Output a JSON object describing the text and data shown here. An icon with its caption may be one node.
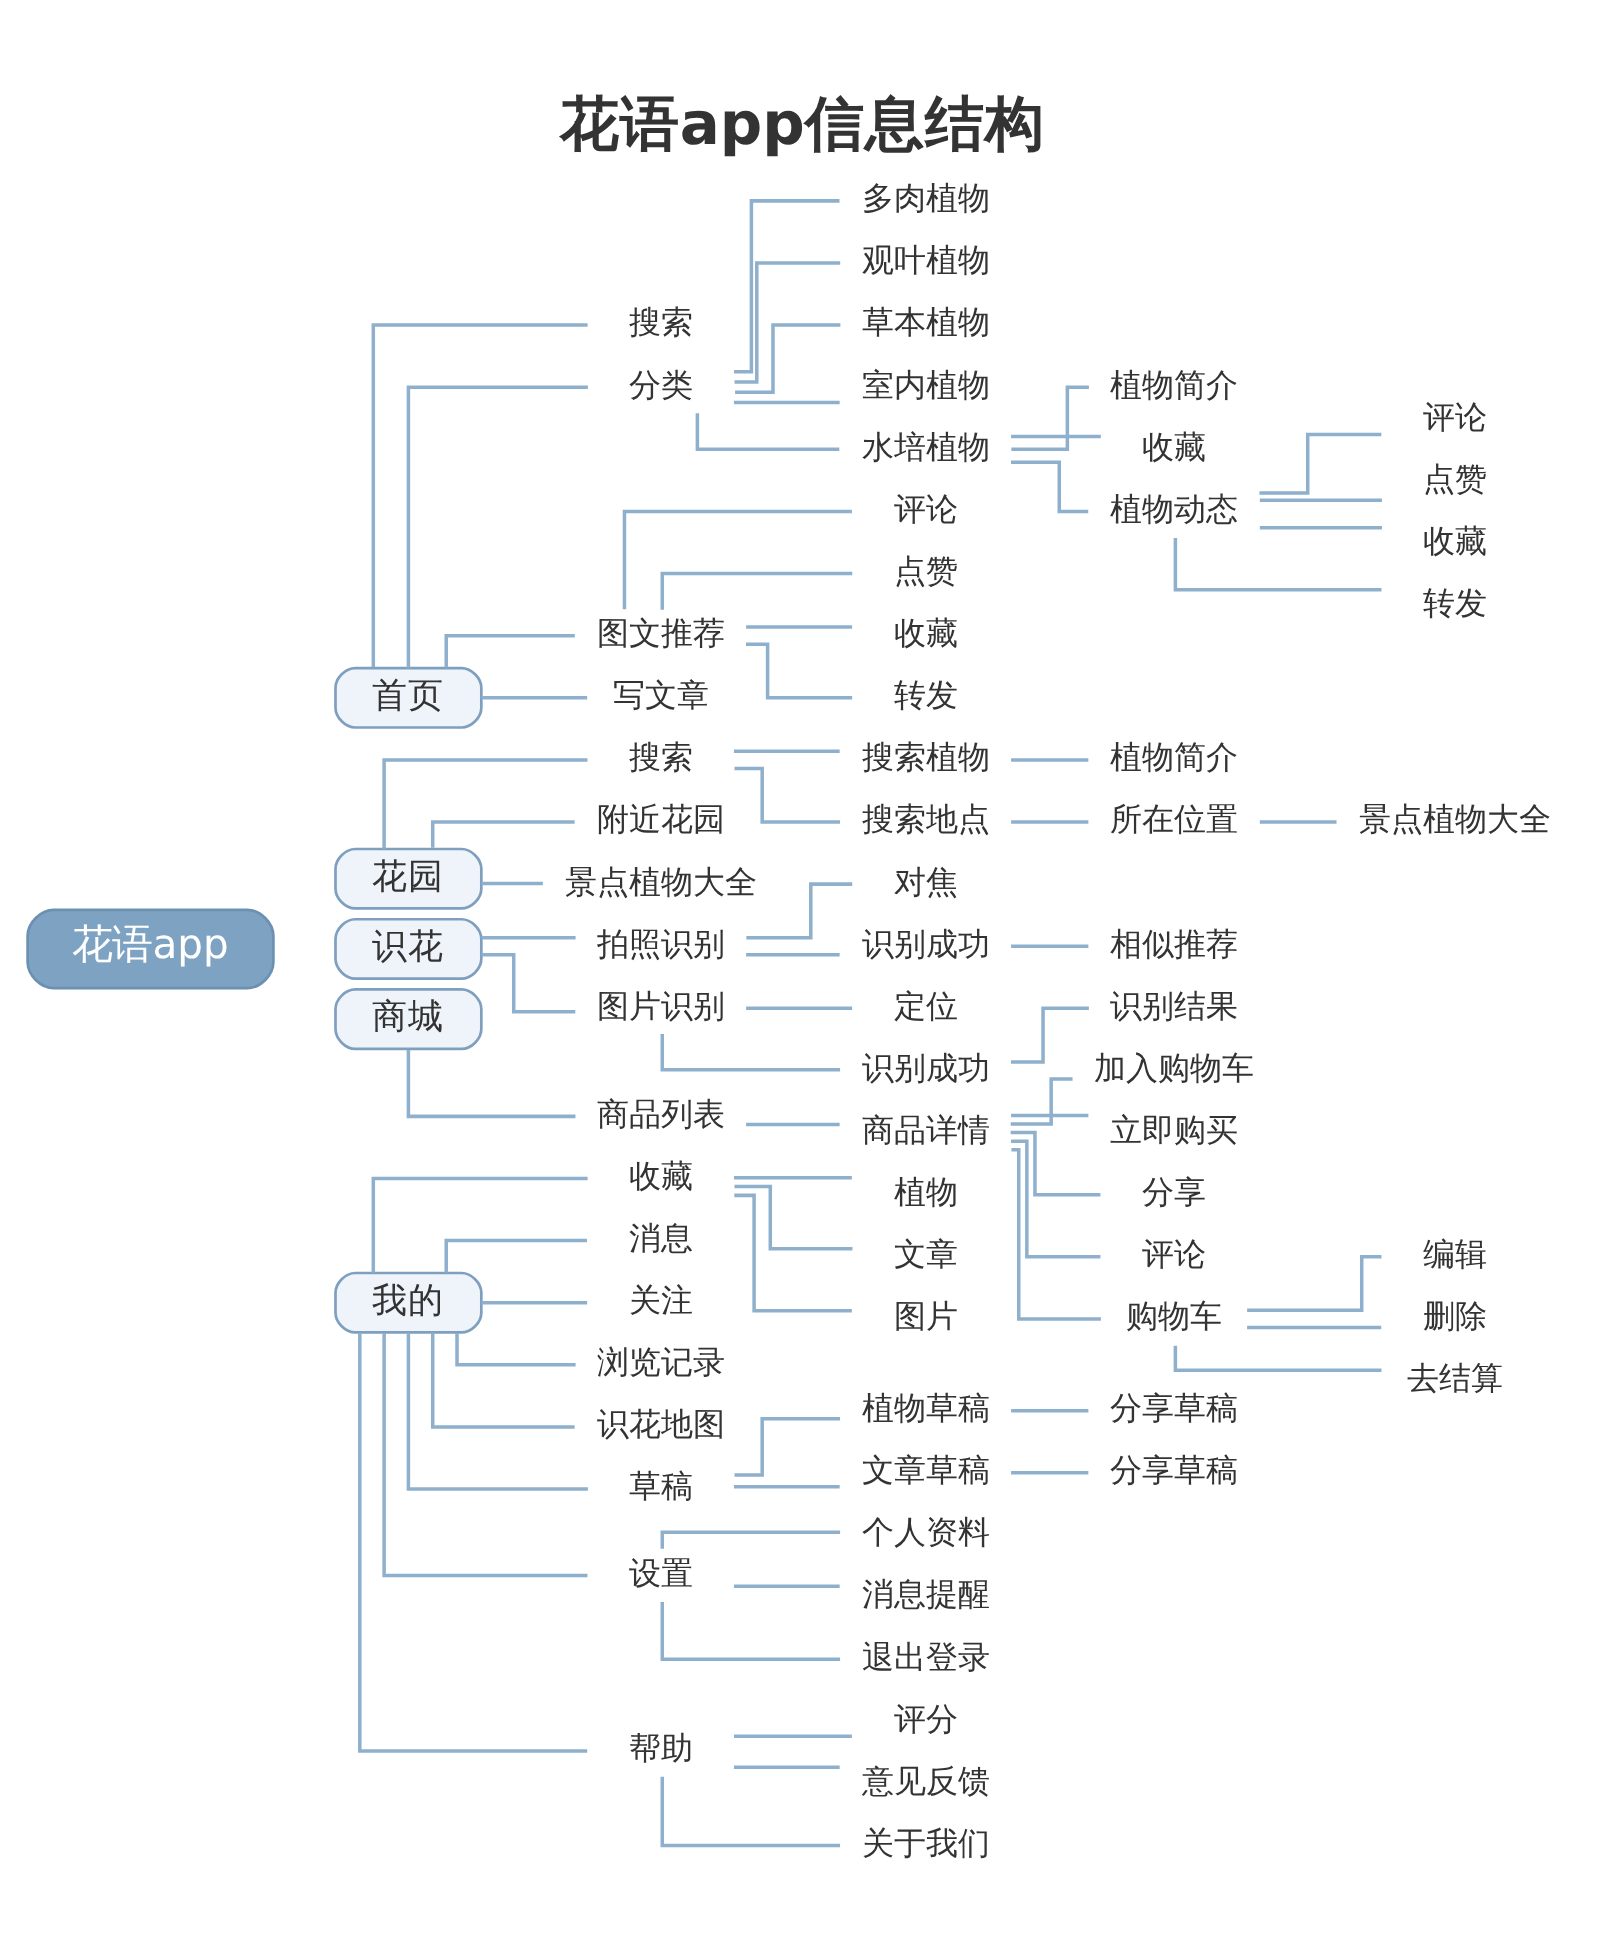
{
  "diagram": {
    "title": "花语app信息结构",
    "nodes": [
      {
        "text": [
          "花语app"
        ]
      },
      {
        "text": [
          "首页"
        ]
      },
      {
        "text": [
          "花园"
        ]
      },
      {
        "text": [
          "识花"
        ]
      },
      {
        "text": [
          "商城"
        ]
      },
      {
        "text": [
          "我的"
        ]
      },
      {
        "text": [
          "搜索"
        ]
      },
      {
        "text": [
          "分类"
        ]
      },
      {
        "text": [
          "多肉植物"
        ]
      },
      {
        "text": [
          "观叶植物"
        ]
      },
      {
        "text": [
          "草本植物"
        ]
      },
      {
        "text": [
          "室内植物"
        ]
      },
      {
        "text": [
          "水培植物"
        ]
      },
      {
        "text": [
          "植物简介"
        ]
      },
      {
        "text": [
          "收藏"
        ]
      },
      {
        "text": [
          "植物动态"
        ]
      },
      {
        "text": [
          "评论"
        ]
      },
      {
        "text": [
          "点赞"
        ]
      },
      {
        "text": [
          "收藏"
        ]
      },
      {
        "text": [
          "转发"
        ]
      },
      {
        "text": [
          "图文推荐"
        ]
      },
      {
        "text": [
          "评论"
        ]
      },
      {
        "text": [
          "点赞"
        ]
      },
      {
        "text": [
          "收藏"
        ]
      },
      {
        "text": [
          "转发"
        ]
      },
      {
        "text": [
          "写文章"
        ]
      },
      {
        "text": [
          "搜索"
        ]
      },
      {
        "text": [
          "搜索植物"
        ]
      },
      {
        "text": [
          "植物简介"
        ]
      },
      {
        "text": [
          "搜索地点"
        ]
      },
      {
        "text": [
          "所在位置"
        ]
      },
      {
        "text": [
          "景点植物大全"
        ]
      },
      {
        "text": [
          "附近花园"
        ]
      },
      {
        "text": [
          "景点植物大全"
        ]
      },
      {
        "text": [
          "拍照识别"
        ]
      },
      {
        "text": [
          "对焦"
        ]
      },
      {
        "text": [
          "识别成功"
        ]
      },
      {
        "text": [
          "相似推荐"
        ]
      },
      {
        "text": [
          "图片识别"
        ]
      },
      {
        "text": [
          "定位"
        ]
      },
      {
        "text": [
          "识别成功"
        ]
      },
      {
        "text": [
          "识别结果"
        ]
      },
      {
        "text": [
          "商品列表"
        ]
      },
      {
        "text": [
          "商品详情"
        ]
      },
      {
        "text": [
          "加入购物车"
        ]
      },
      {
        "text": [
          "立即购买"
        ]
      },
      {
        "text": [
          "分享"
        ]
      },
      {
        "text": [
          "评论"
        ]
      },
      {
        "text": [
          "购物车"
        ]
      },
      {
        "text": [
          "编辑"
        ]
      },
      {
        "text": [
          "删除"
        ]
      },
      {
        "text": [
          "去结算"
        ]
      },
      {
        "text": [
          "收藏"
        ]
      },
      {
        "text": [
          "植物"
        ]
      },
      {
        "text": [
          "文章"
        ]
      },
      {
        "text": [
          "图片"
        ]
      },
      {
        "text": [
          "消息"
        ]
      },
      {
        "text": [
          "关注"
        ]
      },
      {
        "text": [
          "浏览记录"
        ]
      },
      {
        "text": [
          "识花地图"
        ]
      },
      {
        "text": [
          "草稿"
        ]
      },
      {
        "text": [
          "植物草稿"
        ]
      },
      {
        "text": [
          "分享草稿"
        ]
      },
      {
        "text": [
          "文章草稿"
        ]
      },
      {
        "text": [
          "分享草稿"
        ]
      },
      {
        "text": [
          "设置"
        ]
      },
      {
        "text": [
          "个人资料"
        ]
      },
      {
        "text": [
          "消息提醒"
        ]
      },
      {
        "text": [
          "退出登录"
        ]
      },
      {
        "text": [
          "帮助"
        ]
      },
      {
        "text": [
          "评分"
        ]
      },
      {
        "text": [
          "意见反馈"
        ]
      },
      {
        "text": [
          "关于我们"
        ]
      }
    ],
    "edges": [
      {
        "from": 1,
        "to": 6,
        "arrow": "none"
      },
      {
        "from": 1,
        "to": 7,
        "arrow": "none"
      },
      {
        "from": 7,
        "to": 8,
        "arrow": "none"
      },
      {
        "from": 7,
        "to": 9,
        "arrow": "none"
      },
      {
        "from": 7,
        "to": 10,
        "arrow": "none"
      },
      {
        "from": 7,
        "to": 11,
        "arrow": "none"
      },
      {
        "from": 7,
        "to": 12,
        "arrow": "none"
      },
      {
        "from": 12,
        "to": 13,
        "arrow": "none"
      },
      {
        "from": 12,
        "to": 14,
        "arrow": "none"
      },
      {
        "from": 12,
        "to": 15,
        "arrow": "none"
      },
      {
        "from": 15,
        "to": 16,
        "arrow": "none"
      },
      {
        "from": 15,
        "to": 17,
        "arrow": "none"
      },
      {
        "from": 15,
        "to": 18,
        "arrow": "none"
      },
      {
        "from": 15,
        "to": 19,
        "arrow": "none"
      },
      {
        "from": 1,
        "to": 20,
        "arrow": "none"
      },
      {
        "from": 20,
        "to": 21,
        "arrow": "none"
      },
      {
        "from": 20,
        "to": 22,
        "arrow": "none"
      },
      {
        "from": 20,
        "to": 23,
        "arrow": "none"
      },
      {
        "from": 20,
        "to": 24,
        "arrow": "none"
      },
      {
        "from": 1,
        "to": 25,
        "arrow": "none"
      },
      {
        "from": 2,
        "to": 26,
        "arrow": "none"
      },
      {
        "from": 26,
        "to": 27,
        "arrow": "none"
      },
      {
        "from": 27,
        "to": 28,
        "arrow": "none"
      },
      {
        "from": 26,
        "to": 29,
        "arrow": "none"
      },
      {
        "from": 29,
        "to": 30,
        "arrow": "none"
      },
      {
        "from": 30,
        "to": 31,
        "arrow": "none"
      },
      {
        "from": 2,
        "to": 32,
        "arrow": "none"
      },
      {
        "from": 2,
        "to": 33,
        "arrow": "none"
      },
      {
        "from": 3,
        "to": 34,
        "arrow": "none"
      },
      {
        "from": 34,
        "to": 35,
        "arrow": "none"
      },
      {
        "from": 34,
        "to": 36,
        "arrow": "none"
      },
      {
        "from": 36,
        "to": 37,
        "arrow": "none"
      },
      {
        "from": 3,
        "to": 38,
        "arrow": "none"
      },
      {
        "from": 38,
        "to": 39,
        "arrow": "none"
      },
      {
        "from": 38,
        "to": 40,
        "arrow": "none"
      },
      {
        "from": 40,
        "to": 41,
        "arrow": "none"
      },
      {
        "from": 4,
        "to": 42,
        "arrow": "none"
      },
      {
        "from": 42,
        "to": 43,
        "arrow": "none"
      },
      {
        "from": 43,
        "to": 44,
        "arrow": "none"
      },
      {
        "from": 43,
        "to": 45,
        "arrow": "none"
      },
      {
        "from": 43,
        "to": 46,
        "arrow": "none"
      },
      {
        "from": 43,
        "to": 47,
        "arrow": "none"
      },
      {
        "from": 43,
        "to": 48,
        "arrow": "none"
      },
      {
        "from": 48,
        "to": 49,
        "arrow": "none"
      },
      {
        "from": 48,
        "to": 50,
        "arrow": "none"
      },
      {
        "from": 48,
        "to": 51,
        "arrow": "none"
      },
      {
        "from": 5,
        "to": 52,
        "arrow": "none"
      },
      {
        "from": 52,
        "to": 53,
        "arrow": "none"
      },
      {
        "from": 52,
        "to": 54,
        "arrow": "none"
      },
      {
        "from": 52,
        "to": 55,
        "arrow": "none"
      },
      {
        "from": 5,
        "to": 56,
        "arrow": "none"
      },
      {
        "from": 5,
        "to": 57,
        "arrow": "none"
      },
      {
        "from": 5,
        "to": 58,
        "arrow": "none"
      },
      {
        "from": 5,
        "to": 59,
        "arrow": "none"
      },
      {
        "from": 5,
        "to": 60,
        "arrow": "none"
      },
      {
        "from": 60,
        "to": 61,
        "arrow": "none"
      },
      {
        "from": 61,
        "to": 62,
        "arrow": "none"
      },
      {
        "from": 60,
        "to": 63,
        "arrow": "none"
      },
      {
        "from": 63,
        "to": 64,
        "arrow": "none"
      },
      {
        "from": 5,
        "to": 65,
        "arrow": "none"
      },
      {
        "from": 65,
        "to": 66,
        "arrow": "none"
      },
      {
        "from": 65,
        "to": 67,
        "arrow": "none"
      },
      {
        "from": 65,
        "to": 68,
        "arrow": "none"
      },
      {
        "from": 5,
        "to": 69,
        "arrow": "none"
      },
      {
        "from": 69,
        "to": 70,
        "arrow": "none"
      },
      {
        "from": 69,
        "to": 71,
        "arrow": "none"
      },
      {
        "from": 69,
        "to": 72,
        "arrow": "none"
      }
    ]
  }
}
